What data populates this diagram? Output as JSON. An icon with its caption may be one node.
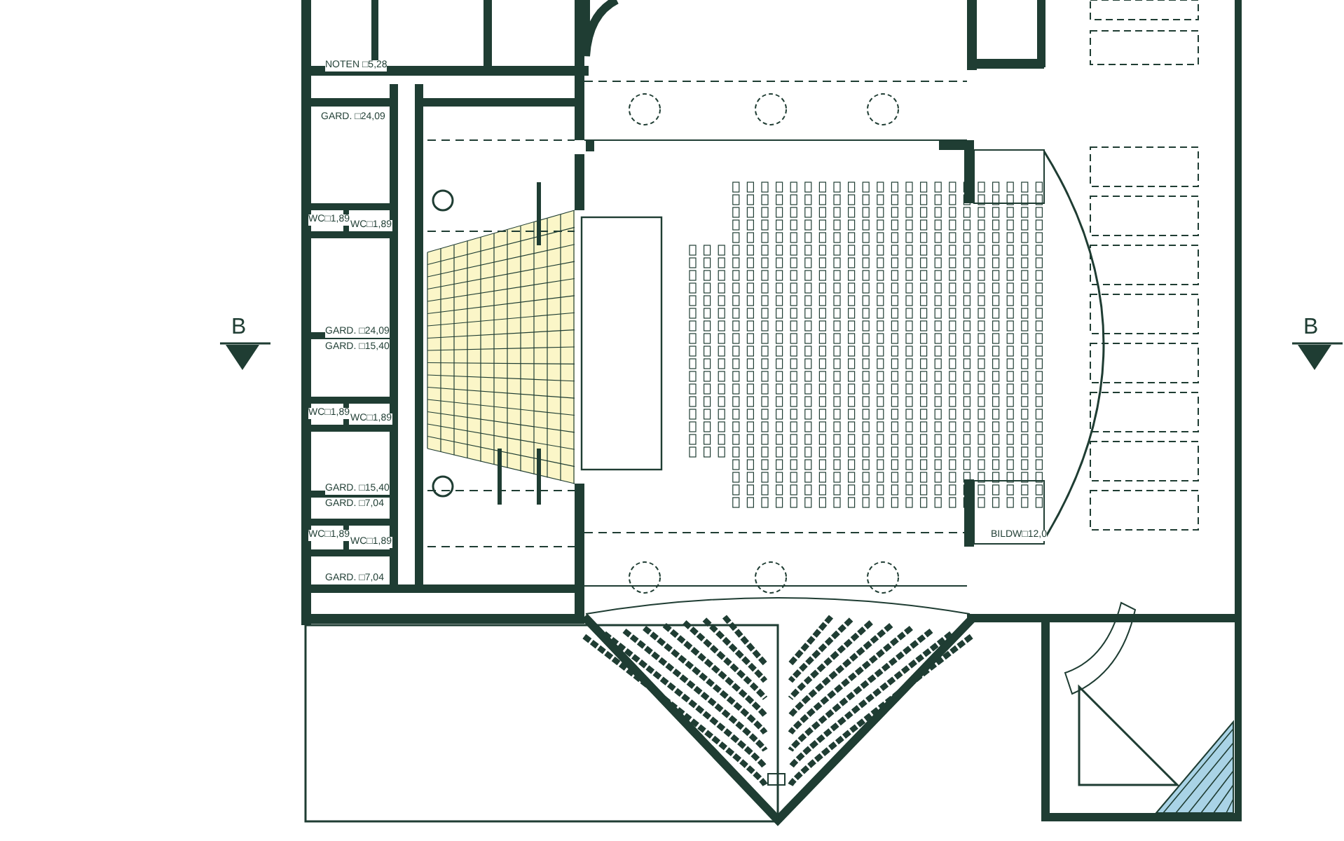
{
  "diagram": {
    "labels": [
      "NOTEN □5,28",
      "GARD. □24,09",
      "WC□1,89",
      "WC□1,89",
      "GARD. □24,09",
      "GARD. □15,40",
      "B",
      "B",
      "WC□1,89",
      "WC□1,89",
      "GARD. □15,40",
      "GARD. □7,04",
      "BILDW□12,0",
      "WC□1,89",
      "WC□1,89",
      "GARD. □7,04"
    ]
  }
}
